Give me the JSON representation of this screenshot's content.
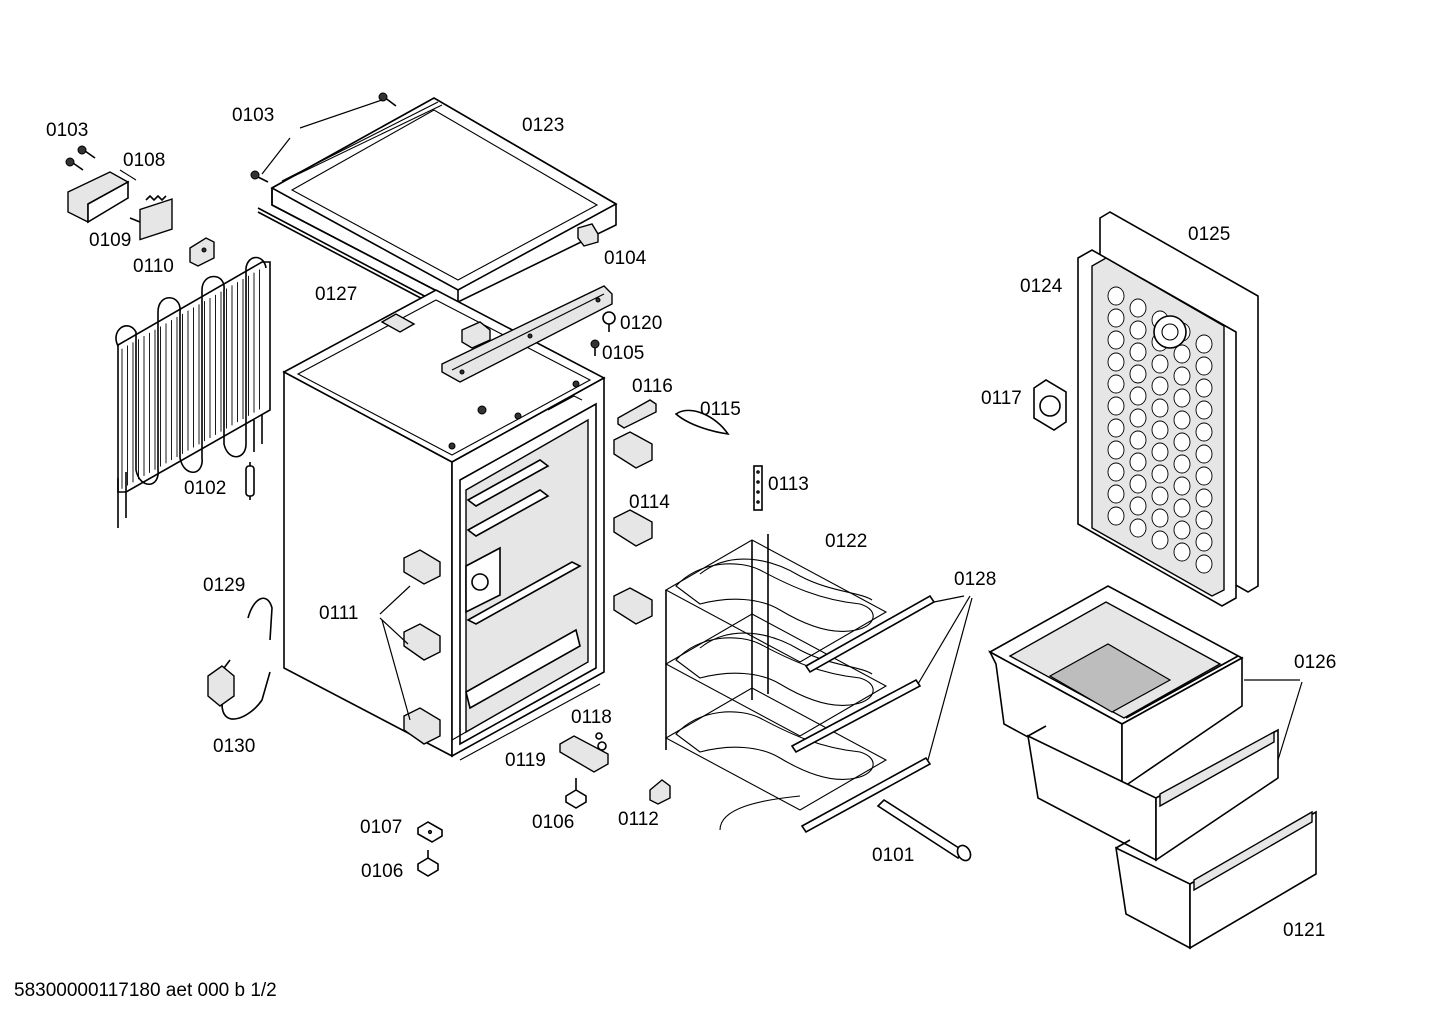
{
  "labels": {
    "p0101": "0101",
    "p0102": "0102",
    "p0103a": "0103",
    "p0103b": "0103",
    "p0104": "0104",
    "p0105": "0105",
    "p0106a": "0106",
    "p0106b": "0106",
    "p0107": "0107",
    "p0108": "0108",
    "p0109": "0109",
    "p0110": "0110",
    "p0111": "0111",
    "p0112": "0112",
    "p0113": "0113",
    "p0114": "0114",
    "p0115": "0115",
    "p0116": "0116",
    "p0117": "0117",
    "p0118": "0118",
    "p0119": "0119",
    "p0120": "0120",
    "p0121": "0121",
    "p0122": "0122",
    "p0123": "0123",
    "p0124": "0124",
    "p0125": "0125",
    "p0126": "0126",
    "p0127": "0127",
    "p0128": "0128",
    "p0129": "0129",
    "p0130": "0130"
  },
  "footer": "58300000117180 aet 000 b 1/2"
}
